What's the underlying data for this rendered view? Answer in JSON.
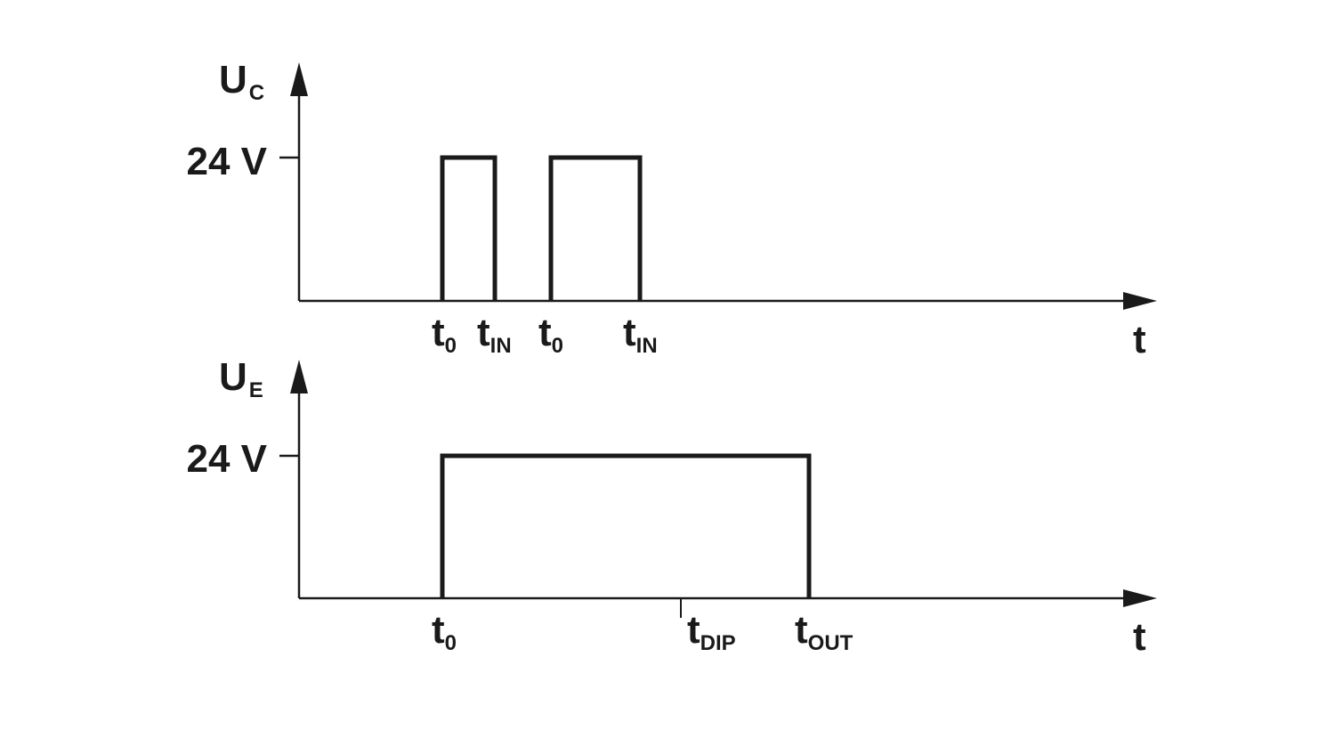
{
  "colors": {
    "ink": "#1a1a1a",
    "background": "#ffffff"
  },
  "top": {
    "axis_main": "U",
    "axis_sub": "C",
    "level_label": "24 V",
    "time_axis_label": "t",
    "markers": [
      {
        "main": "t",
        "sub": "0"
      },
      {
        "main": "t",
        "sub": "IN"
      },
      {
        "main": "t",
        "sub": "0"
      },
      {
        "main": "t",
        "sub": "IN"
      }
    ]
  },
  "bottom": {
    "axis_main": "U",
    "axis_sub": "E",
    "level_label": "24 V",
    "time_axis_label": "t",
    "markers": [
      {
        "main": "t",
        "sub": "0"
      },
      {
        "main": "t",
        "sub": "DIP"
      },
      {
        "main": "t",
        "sub": "OUT"
      }
    ]
  }
}
